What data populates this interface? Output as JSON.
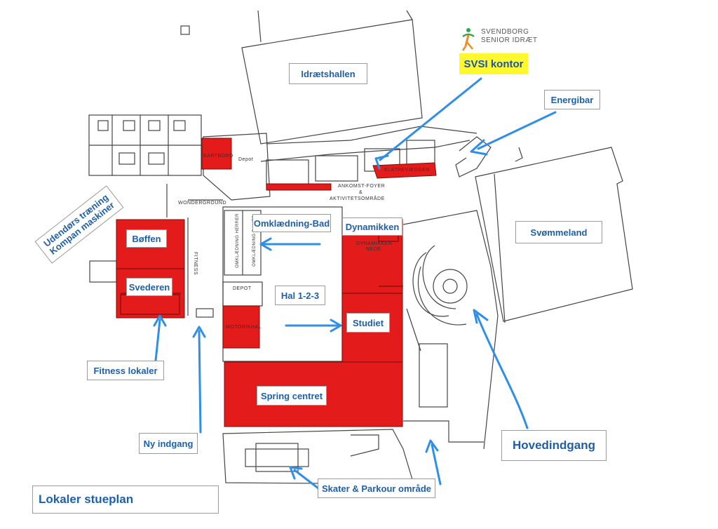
{
  "colors": {
    "room_fill": "#e31b1b",
    "label_text": "#1f5fa8",
    "arrow": "#2f8fe8",
    "wall": "#444444",
    "highlight": "#fff82e"
  },
  "logo": {
    "line1": "SVENDBORG",
    "line2": "SENIOR IDRÆT",
    "icon": "running-person-icon"
  },
  "labels": {
    "svsi_kontor": "SVSI kontor",
    "idraetshallen": "Idrætshallen",
    "energibar": "Energibar",
    "svommeland": "Svømmeland",
    "udendors": "Udendørs træning Kompan maskiner",
    "boffen": "Bøffen",
    "svederen": "Svederen",
    "omklaedning": "Omklædning-Bad",
    "dynamikken": "Dynamikken",
    "hal": "Hal 1-2-3",
    "studiet": "Studiet",
    "spring": "Spring centret",
    "fitness": "Fitness lokaler",
    "ny_indgang": "Ny indgang",
    "hovedindgang": "Hovedindgang",
    "skater": "Skater & Parkour område",
    "lokaler": "Lokaler stueplan"
  },
  "plan_text": {
    "wonderground": "WONDERGROUND",
    "depot1": "Depot",
    "depot2": "DEPOT",
    "fitness": "FITNESS",
    "ankomst1": "ANKOMST-FOYER",
    "ankomst2": "&",
    "ankomst3": "AKTIVITETSOMRÅDE",
    "dyn_nede1": "DYNAMIKKEN",
    "dyn_nede2": "NEDE",
    "motorik": "MOTORIKHAL",
    "kartbord": "KARTBORD",
    "klatre": "KLATREVÆGGEN",
    "omk_herrer": "OMKLÆDNING HERRER",
    "omk_damer": "OMKLÆDNING DAMER"
  }
}
